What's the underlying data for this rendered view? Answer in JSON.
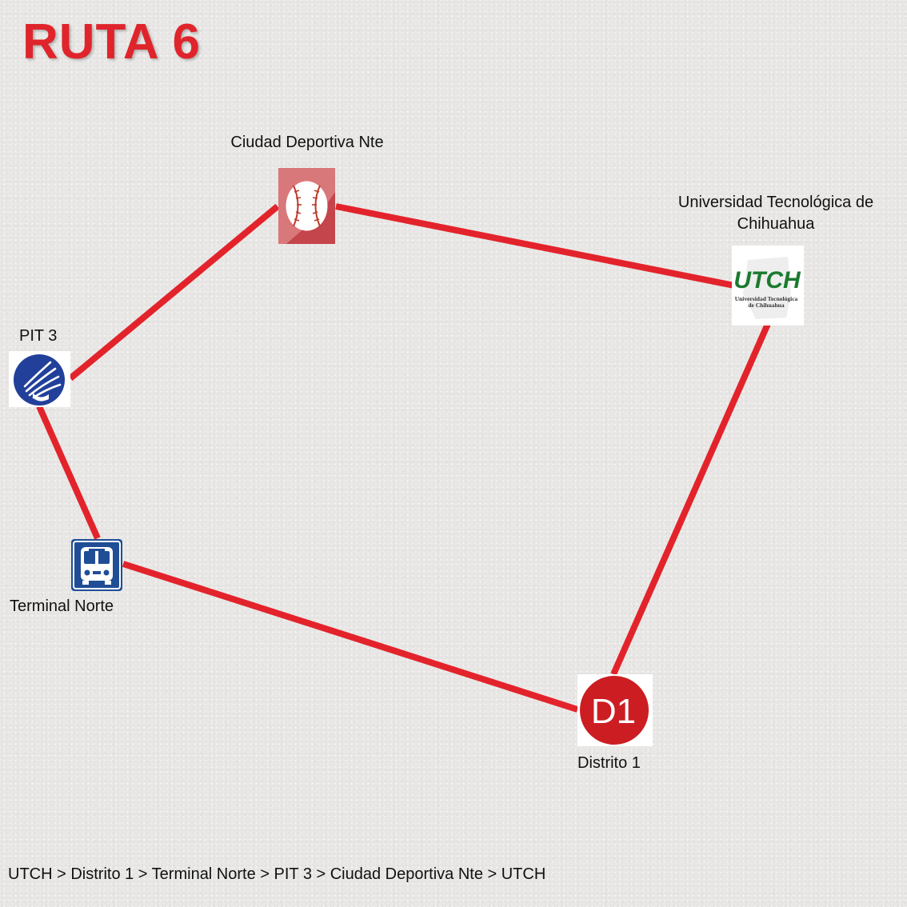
{
  "title": "RUTA 6",
  "stops": {
    "ciudad_deportiva": {
      "label": "Ciudad Deportiva Nte",
      "icon": "baseball-icon"
    },
    "utch": {
      "label_line1": "Universidad Tecnológica de",
      "label_line2": "Chihuahua",
      "icon": "utch-logo",
      "logo_text": "UTCH",
      "logo_subtext_1": "Universidad Tecnológica",
      "logo_subtext_2": "de Chihuahua"
    },
    "pit3": {
      "label": "PIT 3",
      "icon": "tec-logo-icon"
    },
    "terminal_norte": {
      "label": "Terminal Norte",
      "icon": "bus-station-icon"
    },
    "distrito1": {
      "label": "Distrito 1",
      "icon": "d1-logo",
      "logo_text": "D1"
    }
  },
  "route_summary": "UTCH > Distrito 1 > Terminal Norte > PIT 3 > Ciudad Deportiva Nte > UTCH",
  "colors": {
    "route_line": "#e3232b",
    "title": "#e0242b"
  }
}
